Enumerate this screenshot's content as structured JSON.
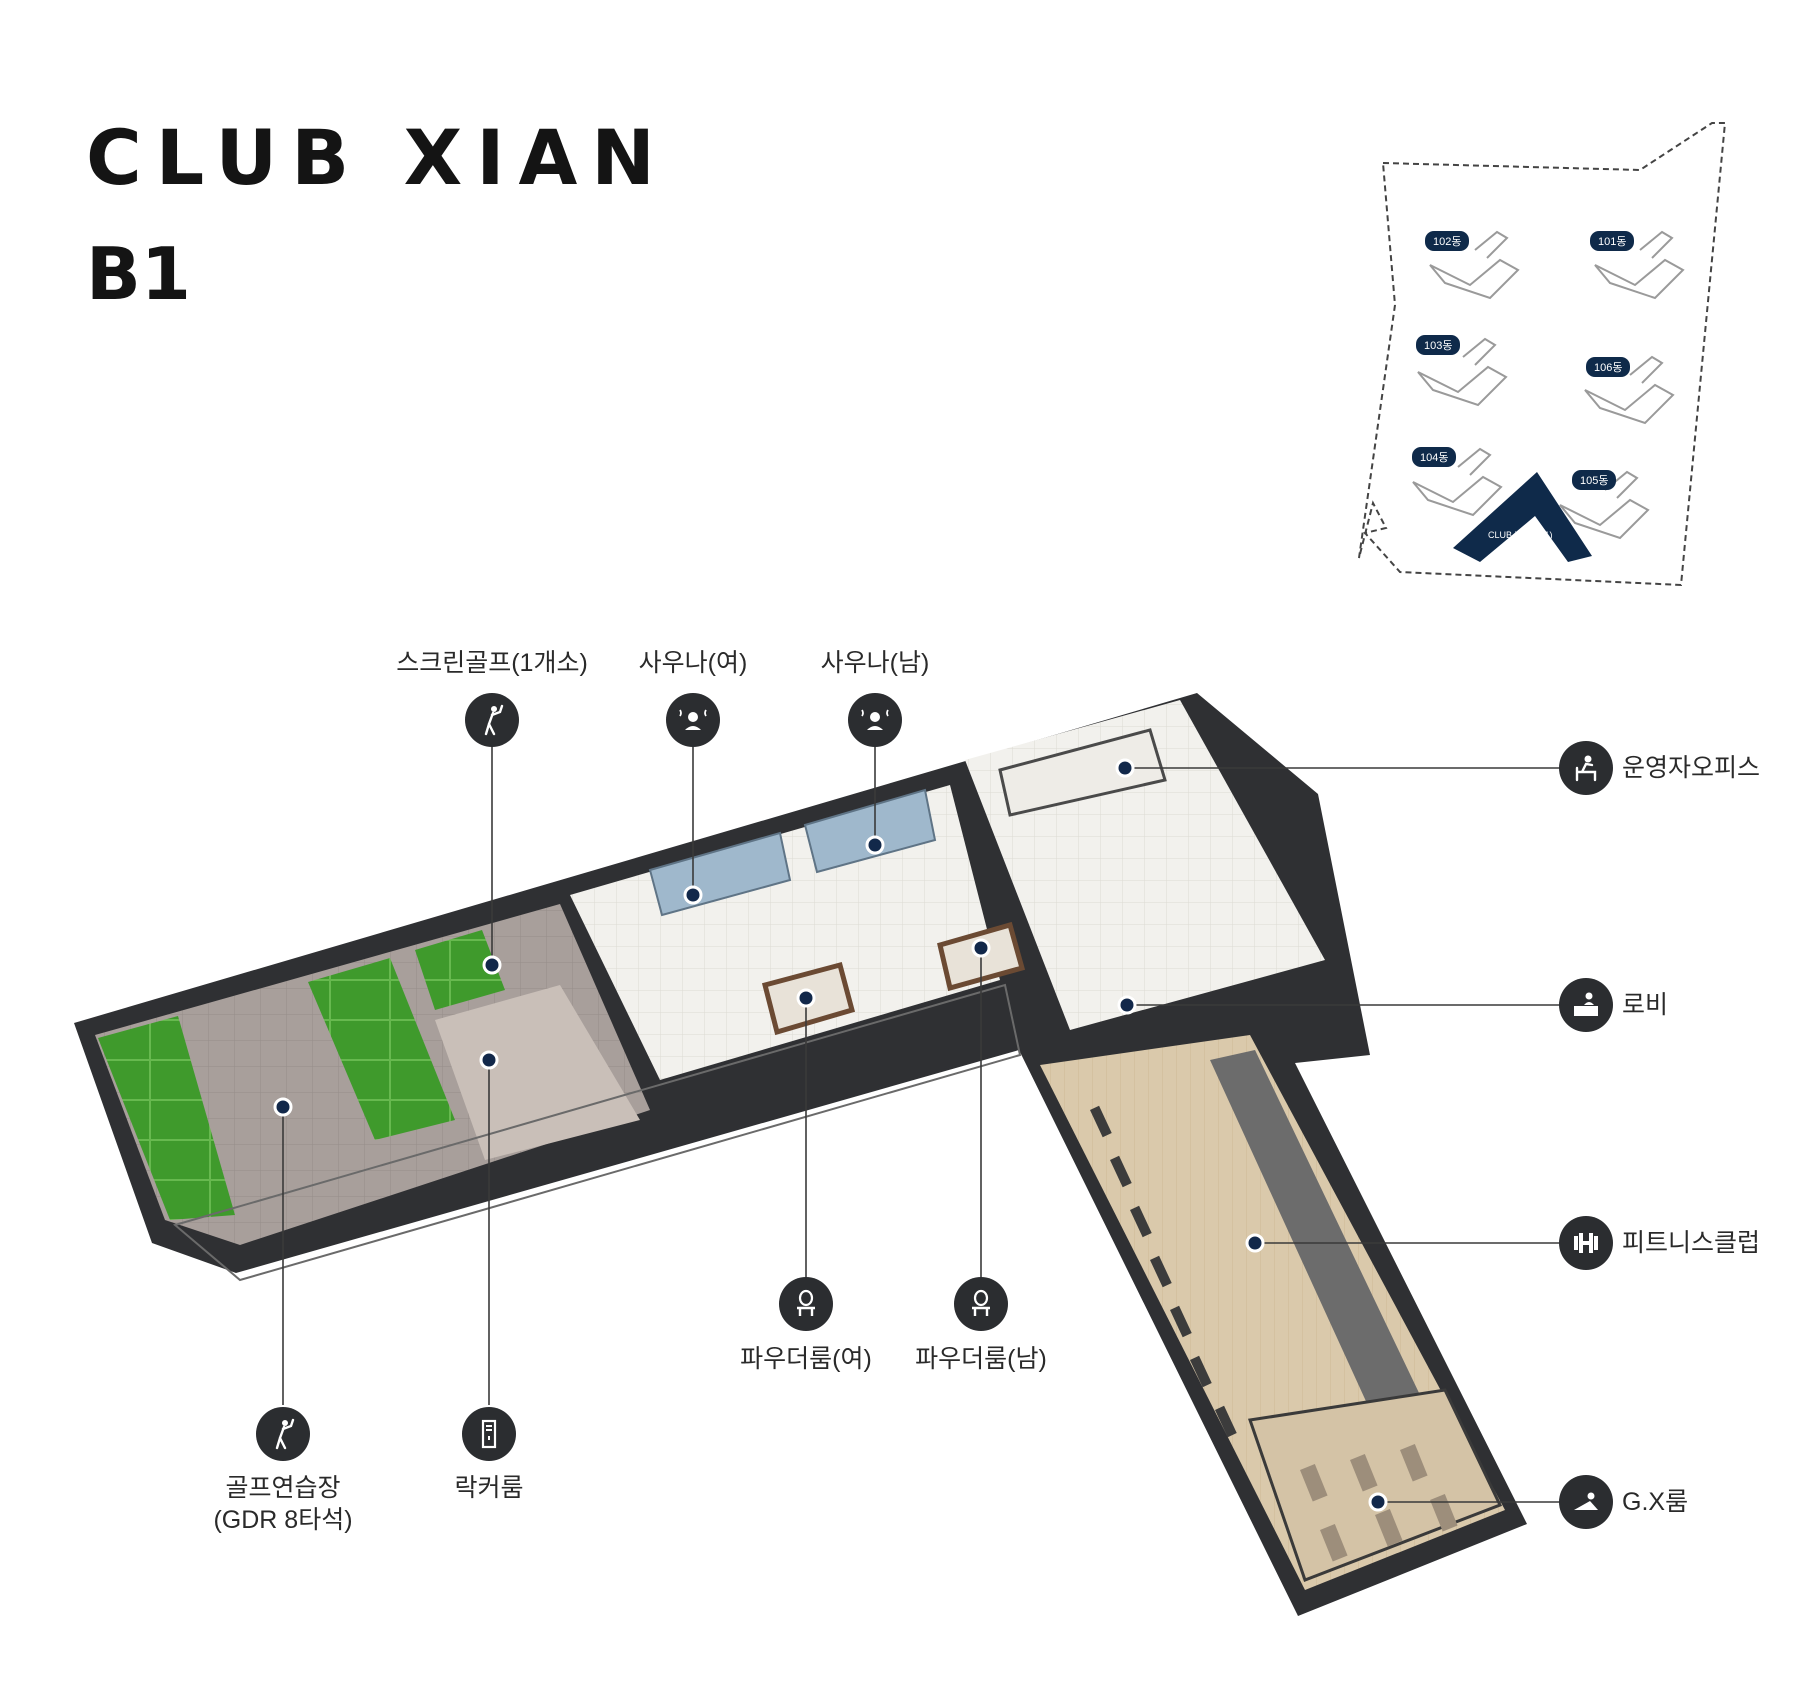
{
  "header": {
    "brand": "CLUB XIAN",
    "floor": "B1"
  },
  "minimap": {
    "buildings": [
      {
        "id": "b102",
        "label": "102동"
      },
      {
        "id": "b101",
        "label": "101동"
      },
      {
        "id": "b103",
        "label": "103동"
      },
      {
        "id": "b106",
        "label": "106동"
      },
      {
        "id": "b104",
        "label": "104동"
      },
      {
        "id": "b105",
        "label": "105동"
      }
    ],
    "highlight_label": "CLUB XIAN(B1)",
    "highlight_color": "#0f2a4a"
  },
  "facilities": {
    "screen_golf": {
      "label": "스크린골프(1개소)",
      "icon": "golfer-icon"
    },
    "sauna_f": {
      "label": "사우나(여)",
      "icon": "sauna-icon"
    },
    "sauna_m": {
      "label": "사우나(남)",
      "icon": "sauna-icon"
    },
    "office": {
      "label": "운영자오피스",
      "icon": "office-icon"
    },
    "lobby": {
      "label": "로비",
      "icon": "lobby-desk-icon"
    },
    "fitness": {
      "label": "피트니스클럽",
      "icon": "dumbbell-icon"
    },
    "gx": {
      "label": "G.X룸",
      "icon": "yoga-icon"
    },
    "powder_f": {
      "label": "파우더룸(여)",
      "icon": "vanity-icon"
    },
    "powder_m": {
      "label": "파우더룸(남)",
      "icon": "vanity-icon"
    },
    "golf_range": {
      "label": "골프연습장",
      "sub": "(GDR 8타석)",
      "icon": "golfer-icon"
    },
    "locker": {
      "label": "락커룸",
      "icon": "locker-icon"
    }
  },
  "colors": {
    "icon_bg": "#2b2d30",
    "leader_line": "#3a3a3a",
    "turf": "#3f9a2c",
    "wall": "#2f3033",
    "wood_floor": "#d8c6a8",
    "tile_floor": "#f1f0ec",
    "pool": "#9fb8cc"
  }
}
